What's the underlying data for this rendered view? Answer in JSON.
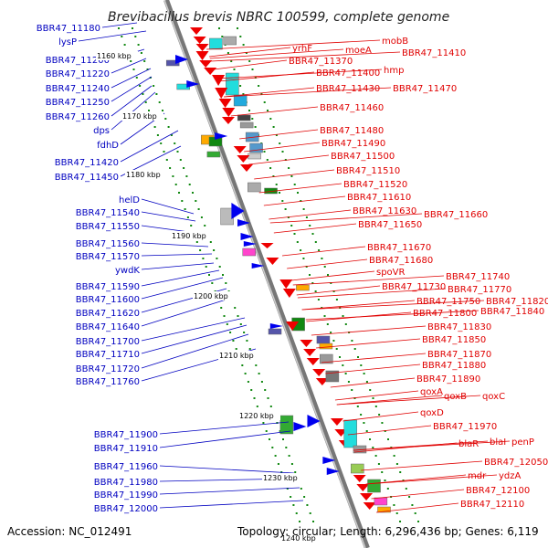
{
  "title": "Brevibacillus brevis NBRC 100599, complete genome",
  "accession": "Accession: NC_012491",
  "summary": "Topology: circular; Length: 6,296,436 bp; Genes: 6,119",
  "colors": {
    "left_label": "#0000c0",
    "right_label": "#e00000",
    "backbone": "#888888",
    "tick": "#118811",
    "forward_gene": "#0000ee",
    "reverse_gene": "#ee0000"
  },
  "scale_ticks": [
    "1160 kbp",
    "1170 kbp",
    "1180 kbp",
    "1190 kbp",
    "1200 kbp",
    "1210 kbp",
    "1220 kbp",
    "1230 kbp",
    "1240 kbp"
  ],
  "left_genes": [
    "BBR47_11180",
    "lysP",
    "BBR47_11200",
    "BBR47_11220",
    "BBR47_11240",
    "BBR47_11250",
    "BBR47_11260",
    "dps",
    "fdhD",
    "BBR47_11420",
    "BBR47_11450",
    "helD",
    "BBR47_11540",
    "BBR47_11550",
    "BBR47_11560",
    "BBR47_11570",
    "ywdK",
    "BBR47_11590",
    "BBR47_11600",
    "BBR47_11620",
    "BBR47_11640",
    "BBR47_11700",
    "BBR47_11710",
    "BBR47_11720",
    "BBR47_11760",
    "BBR47_11900",
    "BBR47_11910",
    "BBR47_11960",
    "BBR47_11980",
    "BBR47_11990",
    "BBR47_12000"
  ],
  "right_genes": [
    "mobB",
    "yrhF",
    "moeA",
    "BBR47_11410",
    "BBR47_11370",
    "hmp",
    "BBR47_11400",
    "BBR47_11430",
    "BBR47_11470",
    "BBR47_11460",
    "BBR47_11480",
    "BBR47_11490",
    "BBR47_11500",
    "BBR47_11510",
    "BBR47_11520",
    "BBR47_11610",
    "BBR47_11630",
    "BBR47_11660",
    "BBR47_11650",
    "BBR47_11670",
    "BBR47_11680",
    "spoVR",
    "BBR47_11740",
    "BBR47_11730",
    "BBR47_11770",
    "BBR47_11750",
    "BBR47_11820",
    "BBR47_11800",
    "BBR47_11840",
    "BBR47_11830",
    "BBR47_11850",
    "BBR47_11870",
    "BBR47_11880",
    "BBR47_11890",
    "qoxA",
    "qoxB",
    "qoxC",
    "qoxD",
    "BBR47_11970",
    "blaR",
    "blaI",
    "penP",
    "BBR47_12050",
    "ydzA",
    "mdr",
    "BBR47_12100",
    "BBR47_12110"
  ]
}
